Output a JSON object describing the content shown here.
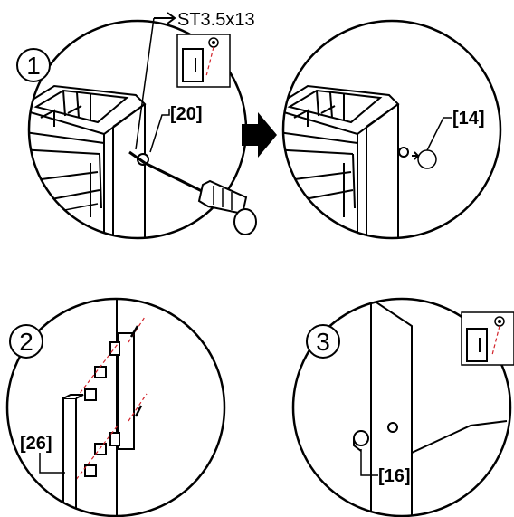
{
  "steps": [
    {
      "number": "1",
      "screw_label": "ST3.5x13",
      "part_label": "[20]"
    },
    {
      "cap_label": "[14]"
    },
    {
      "number": "2",
      "part_label": "[26]"
    },
    {
      "number": "3",
      "part_label": "[16]"
    }
  ],
  "colors": {
    "ink": "#000000",
    "guide": "#d2232a",
    "fill_light": "#ffffff"
  },
  "icons": [
    "arrow-right-icon",
    "fridge-thumbnail-icon",
    "screwdriver-icon"
  ]
}
